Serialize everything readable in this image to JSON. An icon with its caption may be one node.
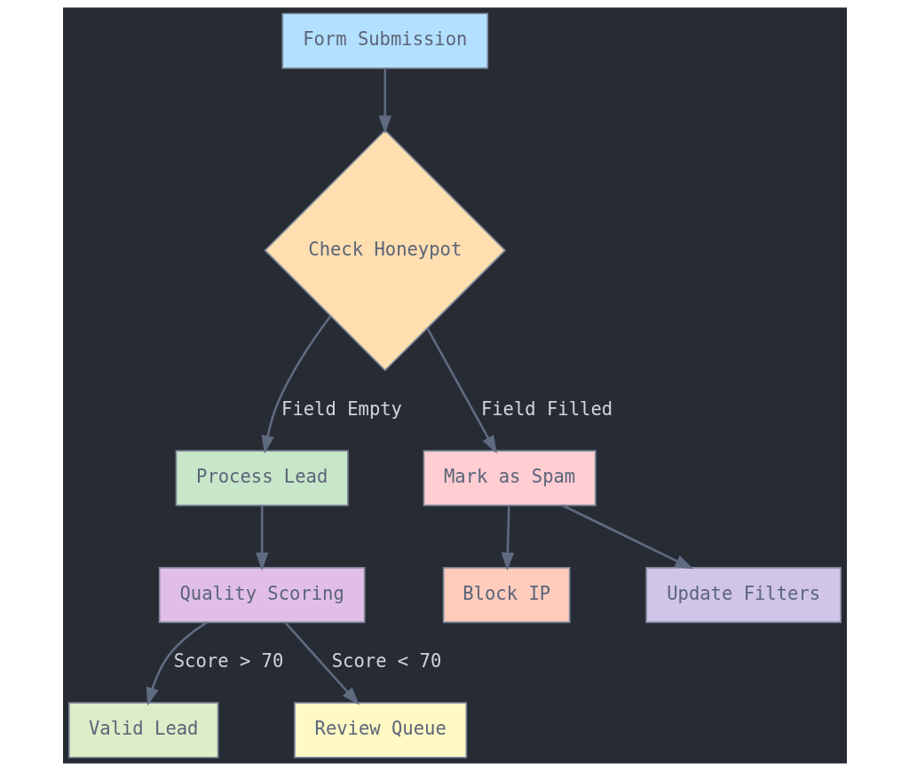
{
  "diagram": {
    "nodes": [
      {
        "text": [
          "Form Submission"
        ]
      },
      {
        "text": [
          "Check Honeypot"
        ]
      },
      {
        "text": [
          "Process Lead"
        ]
      },
      {
        "text": [
          "Mark as Spam"
        ]
      },
      {
        "text": [
          "Quality Scoring"
        ]
      },
      {
        "text": [
          "Block IP"
        ]
      },
      {
        "text": [
          "Update Filters"
        ]
      },
      {
        "text": [
          "Valid Lead"
        ]
      },
      {
        "text": [
          "Review Queue"
        ]
      }
    ],
    "edges": [
      {
        "from": 0,
        "to": 1,
        "arrow": "to"
      },
      {
        "from": 1,
        "to": 2,
        "arrow": "to",
        "label": "Field Empty"
      },
      {
        "from": 1,
        "to": 3,
        "arrow": "to",
        "label": "Field Filled"
      },
      {
        "from": 2,
        "to": 4,
        "arrow": "to"
      },
      {
        "from": 3,
        "to": 5,
        "arrow": "to"
      },
      {
        "from": 3,
        "to": 6,
        "arrow": "to"
      },
      {
        "from": 4,
        "to": 7,
        "arrow": "to",
        "label": "Score > 70"
      },
      {
        "from": 4,
        "to": 8,
        "arrow": "to",
        "label": "Score < 70"
      }
    ]
  }
}
